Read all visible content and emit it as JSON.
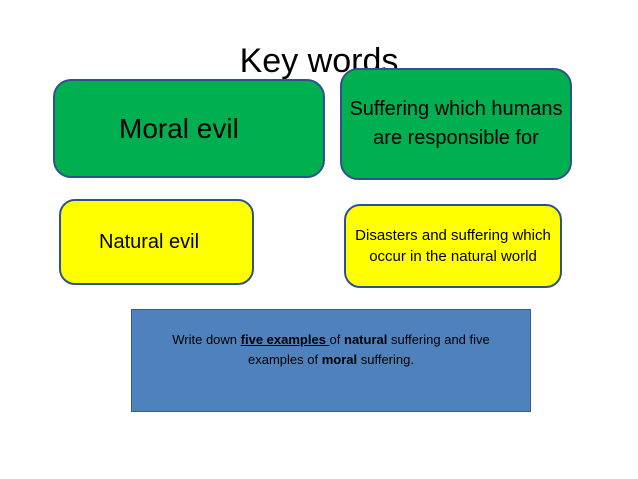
{
  "slide": {
    "title": "Key words",
    "moral_evil": {
      "term": "Moral evil",
      "definition": "Suffering which humans are responsible for"
    },
    "natural_evil": {
      "term": "Natural evil",
      "definition": "Disasters and suffering which occur in the natural world"
    },
    "task": {
      "part1": "Write down ",
      "part2": "five examples ",
      "part3": "of ",
      "part4": "natural",
      "part5": " suffering and five examples of ",
      "part6": "moral",
      "part7": " suffering."
    },
    "colors": {
      "green_box": "#00b050",
      "yellow_box": "#ffff00",
      "blue_box": "#4f81bd",
      "outline": "#2f528f"
    }
  }
}
